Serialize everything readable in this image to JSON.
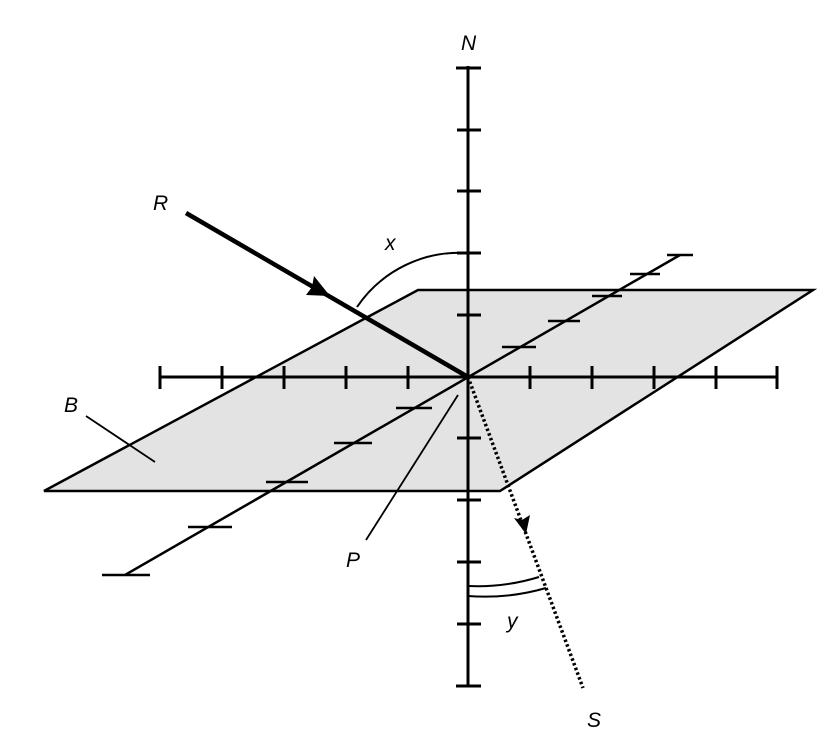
{
  "labels": {
    "normal": "N",
    "incident_ray": "R",
    "refracted_ray": "S",
    "boundary": "B",
    "point": "P",
    "angle_incidence": "x",
    "angle_refraction": "y"
  },
  "colors": {
    "plane_fill": "#e3e3e3",
    "stroke": "#000000",
    "background": "#ffffff"
  }
}
